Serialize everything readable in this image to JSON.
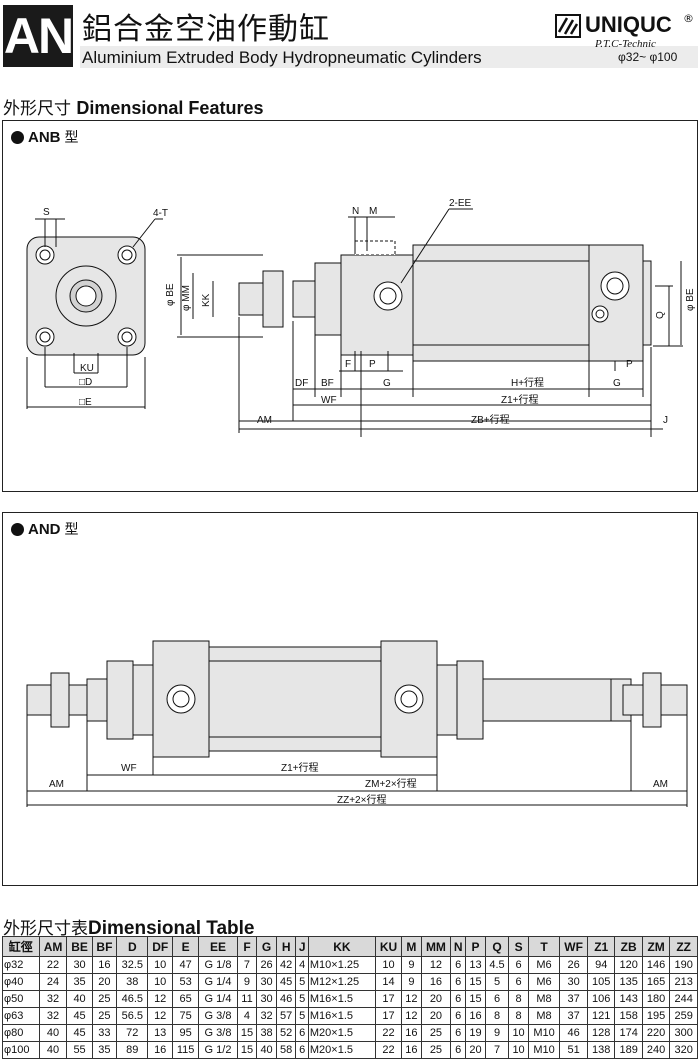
{
  "header": {
    "series_code": "AN",
    "title_zh": "鋁合金空油作動缸",
    "title_en": "Aluminium Extruded Body Hydropneumatic Cylinders",
    "brand": "UNIQUC",
    "brand_mark": "®",
    "brand_sub": "P.T.C-Technic",
    "bore_range": "φ32~ φ100"
  },
  "features": {
    "title_zh": "外形尺寸",
    "title_en": "Dimensional Features"
  },
  "anb": {
    "label": "ANB",
    "label_zh": "型",
    "dims": {
      "S": "S",
      "T": "4-T",
      "KU": "KU",
      "D": "□D",
      "E": "□E",
      "N": "N",
      "M": "M",
      "EE": "2-EE",
      "BE": "φ BE",
      "MM": "φ MM",
      "KK": "KK",
      "Q": "Q",
      "BE_right": "φ BE",
      "F": "F",
      "P": "P",
      "P2": "P",
      "DF": "DF",
      "BF": "BF",
      "G": "G",
      "H": "H+行程",
      "G2": "G",
      "WF": "WF",
      "Z1": "Z1+行程",
      "AM": "AM",
      "ZB": "ZB+行程",
      "J": "J"
    }
  },
  "and": {
    "label": "AND",
    "label_zh": "型",
    "dims": {
      "WF": "WF",
      "Z1": "Z1+行程",
      "AM": "AM",
      "ZM": "ZM+2×行程",
      "AM2": "AM",
      "ZZ": "ZZ+2×行程"
    }
  },
  "table": {
    "title_zh": "外形尺寸表",
    "title_en": "Dimensional Table",
    "headers": [
      "缸徑",
      "AM",
      "BE",
      "BF",
      "D",
      "DF",
      "E",
      "EE",
      "F",
      "G",
      "H",
      "J",
      "KK",
      "KU",
      "M",
      "MM",
      "N",
      "P",
      "Q",
      "S",
      "T",
      "WF",
      "Z1",
      "ZB",
      "ZM",
      "ZZ"
    ],
    "rows": [
      [
        "φ32",
        "22",
        "30",
        "16",
        "32.5",
        "10",
        "47",
        "G 1/8",
        "7",
        "26",
        "42",
        "4",
        "M10×1.25",
        "10",
        "9",
        "12",
        "6",
        "13",
        "4.5",
        "6",
        "M6",
        "26",
        "94",
        "120",
        "146",
        "190"
      ],
      [
        "φ40",
        "24",
        "35",
        "20",
        "38",
        "10",
        "53",
        "G 1/4",
        "9",
        "30",
        "45",
        "5",
        "M12×1.25",
        "14",
        "9",
        "16",
        "6",
        "15",
        "5",
        "6",
        "M6",
        "30",
        "105",
        "135",
        "165",
        "213"
      ],
      [
        "φ50",
        "32",
        "40",
        "25",
        "46.5",
        "12",
        "65",
        "G 1/4",
        "11",
        "30",
        "46",
        "5",
        "M16×1.5",
        "17",
        "12",
        "20",
        "6",
        "15",
        "6",
        "8",
        "M8",
        "37",
        "106",
        "143",
        "180",
        "244"
      ],
      [
        "φ63",
        "32",
        "45",
        "25",
        "56.5",
        "12",
        "75",
        "G 3/8",
        "4",
        "32",
        "57",
        "5",
        "M16×1.5",
        "17",
        "12",
        "20",
        "6",
        "16",
        "8",
        "8",
        "M8",
        "37",
        "121",
        "158",
        "195",
        "259"
      ],
      [
        "φ80",
        "40",
        "45",
        "33",
        "72",
        "13",
        "95",
        "G 3/8",
        "15",
        "38",
        "52",
        "6",
        "M20×1.5",
        "22",
        "16",
        "25",
        "6",
        "19",
        "9",
        "10",
        "M10",
        "46",
        "128",
        "174",
        "220",
        "300"
      ],
      [
        "φ100",
        "40",
        "55",
        "35",
        "89",
        "16",
        "115",
        "G 1/2",
        "15",
        "40",
        "58",
        "6",
        "M20×1.5",
        "22",
        "16",
        "25",
        "6",
        "20",
        "7",
        "10",
        "M10",
        "51",
        "138",
        "189",
        "240",
        "320"
      ]
    ]
  }
}
